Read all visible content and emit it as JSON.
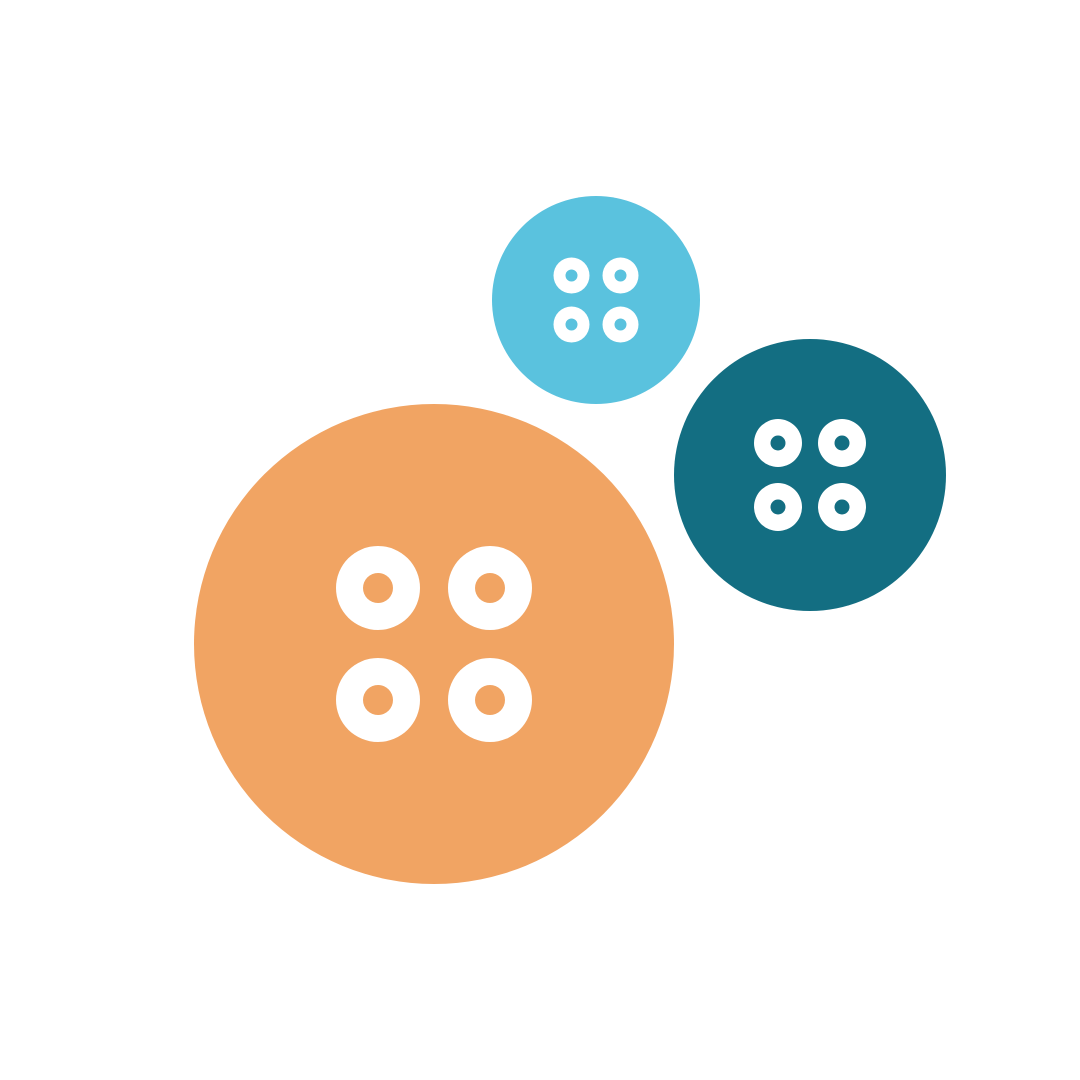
{
  "illustration": {
    "background_color": "#ffffff",
    "hole_color": "#ffffff",
    "buttons": [
      {
        "name": "large-orange-button",
        "color": "#F1A463",
        "holes": 4
      },
      {
        "name": "small-light-blue-button",
        "color": "#5AC2DE",
        "holes": 4
      },
      {
        "name": "medium-teal-button",
        "color": "#136E82",
        "holes": 4
      }
    ]
  }
}
